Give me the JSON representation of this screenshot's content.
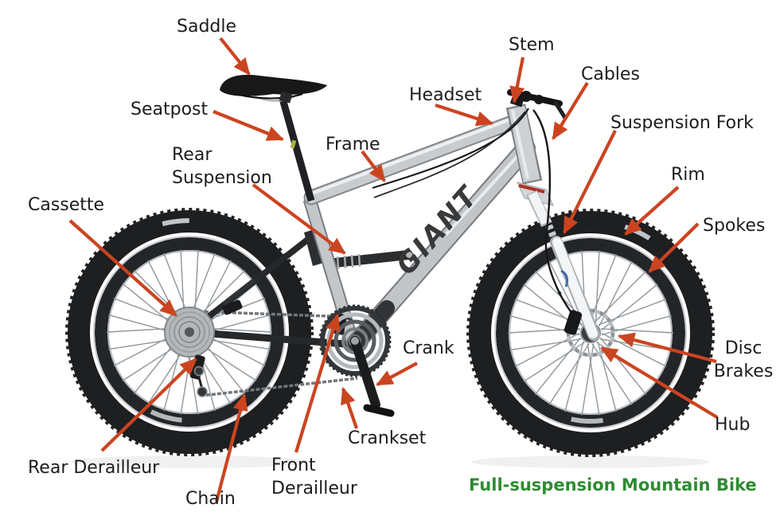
{
  "title": {
    "text": "Full-suspension Mountain Bike",
    "color": "#2e8b32"
  },
  "bike": {
    "frame_logo": "GIANT",
    "type": "full-suspension mountain bike"
  },
  "colors": {
    "arrow": "#cb4420",
    "label_text": "#1c1c1c",
    "title_green": "#2e8b32",
    "background": "#ffffff"
  },
  "labels": {
    "saddle": {
      "text": "Saddle"
    },
    "seatpost": {
      "text": "Seatpost"
    },
    "rear_suspension": {
      "text": "Rear\nSuspension"
    },
    "frame": {
      "text": "Frame"
    },
    "headset": {
      "text": "Headset"
    },
    "stem": {
      "text": "Stem"
    },
    "cables": {
      "text": "Cables"
    },
    "suspension_fork": {
      "text": "Suspension Fork"
    },
    "rim": {
      "text": "Rim"
    },
    "spokes": {
      "text": "Spokes"
    },
    "disc_brakes": {
      "text": "Disc\nBrakes"
    },
    "hub": {
      "text": "Hub"
    },
    "cassette": {
      "text": "Cassette"
    },
    "rear_derailleur": {
      "text": "Rear Derailleur"
    },
    "chain": {
      "text": "Chain"
    },
    "front_derailleur": {
      "text": "Front\nDerailleur"
    },
    "crankset": {
      "text": "Crankset"
    },
    "crank": {
      "text": "Crank"
    }
  }
}
